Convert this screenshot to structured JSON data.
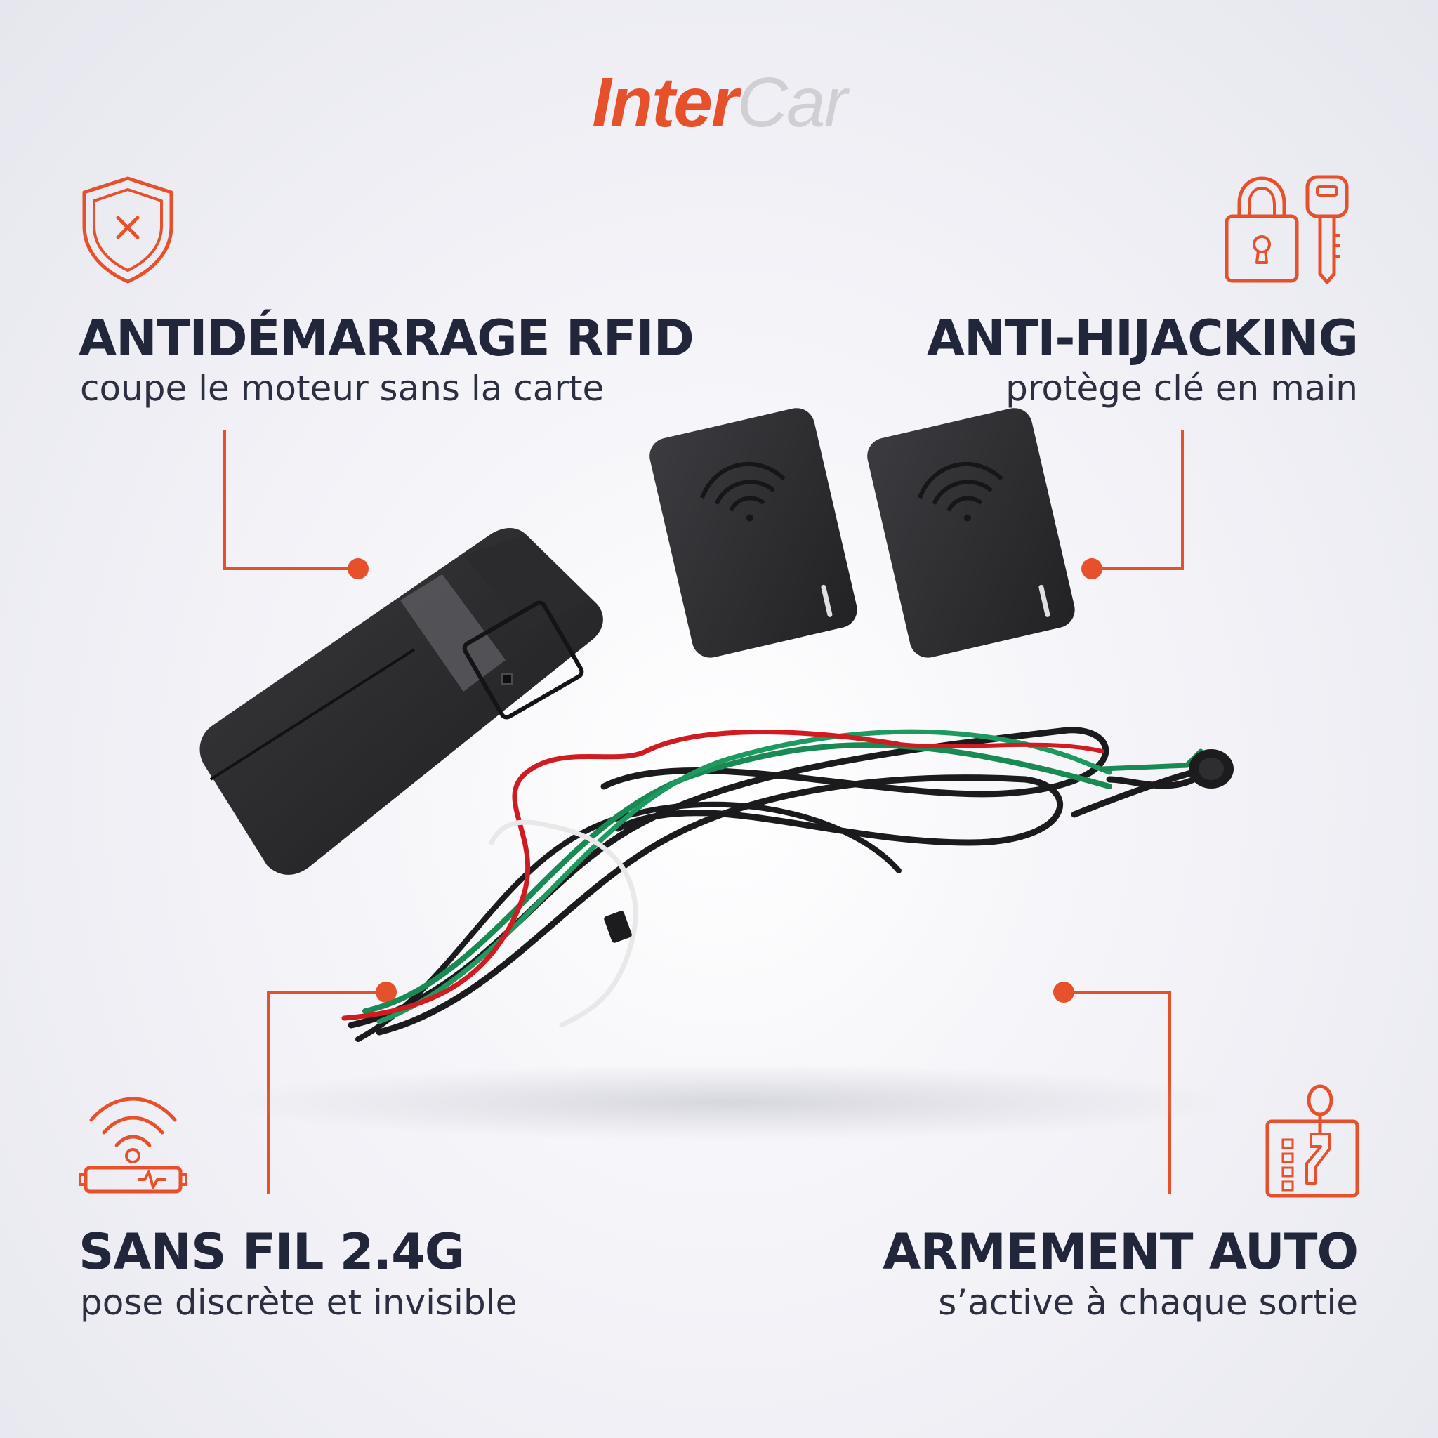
{
  "brand": {
    "part1": "Inter",
    "part2": "Car"
  },
  "features": {
    "rfid": {
      "title": "ANTIDÉMARRAGE RFID",
      "subtitle": "coupe le moteur sans la carte",
      "icon": "shield-x-icon"
    },
    "hijack": {
      "title": "ANTI-HIJACKING",
      "subtitle": "protège clé en main",
      "icon": "padlock-key-icon"
    },
    "wireless": {
      "title": "SANS FIL 2.4G",
      "subtitle": "pose discrète et invisible",
      "icon": "wireless-signal-icon"
    },
    "arming": {
      "title": "ARMEMENT AUTO",
      "subtitle": "s’active à chaque sortie",
      "icon": "gear-shifter-icon"
    }
  },
  "colors": {
    "accent": "#e6502a",
    "text": "#22263a",
    "logo_secondary": "#cfcfd4"
  }
}
